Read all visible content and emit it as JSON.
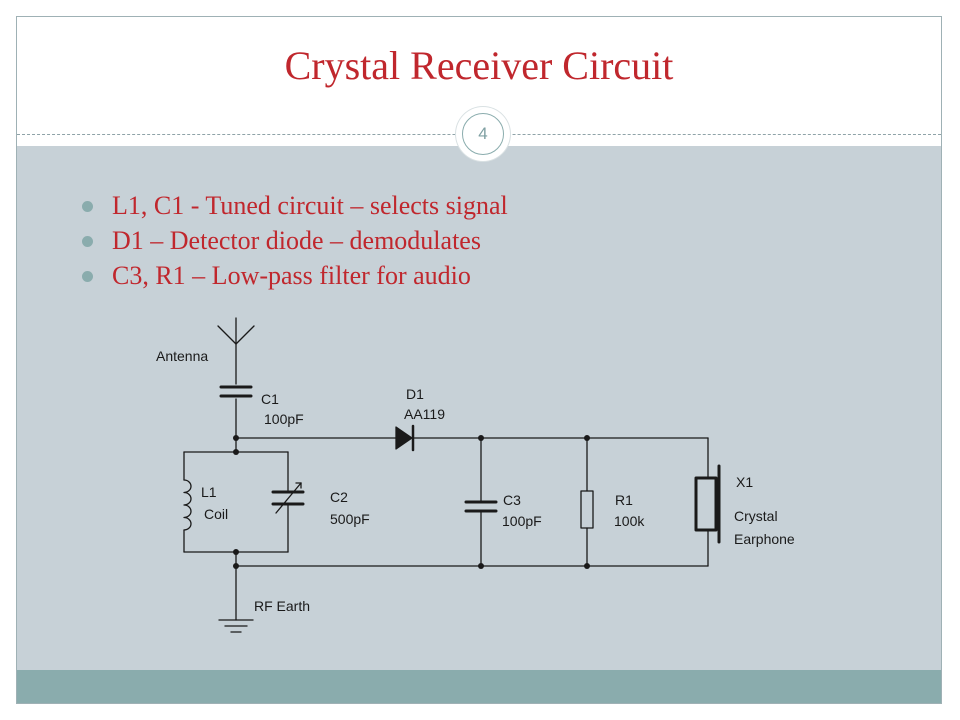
{
  "slide": {
    "title": "Crystal Receiver Circuit",
    "page_number": "4",
    "bullets": [
      "L1, C1 - Tuned circuit – selects signal",
      "D1 – Detector diode – demodulates",
      "C3, R1 – Low-pass filter for audio"
    ]
  },
  "circuit": {
    "antenna_label": "Antenna",
    "c1": {
      "ref": "C1",
      "value": "100pF"
    },
    "d1": {
      "ref": "D1",
      "value": "AA119"
    },
    "l1": {
      "ref": "L1",
      "value": "Coil"
    },
    "c2": {
      "ref": "C2",
      "value": "500pF"
    },
    "c3": {
      "ref": "C3",
      "value": "100pF"
    },
    "r1": {
      "ref": "R1",
      "value": "100k"
    },
    "x1": {
      "ref": "X1",
      "line1": "Crystal",
      "line2": "Earphone"
    },
    "earth_label": "RF Earth"
  },
  "colors": {
    "title": "#c0272d",
    "bullet_text": "#c0272d",
    "body_background": "#c7d1d7",
    "footer_bar": "#8aacad",
    "circuit_ink": "#1a1a1a"
  }
}
